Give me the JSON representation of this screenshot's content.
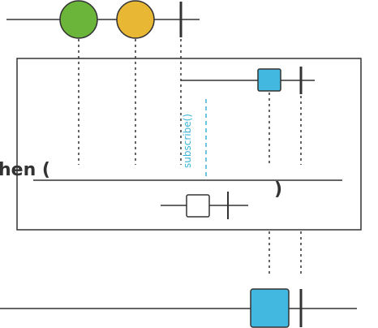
{
  "operator": {
    "prefix": "hen (",
    "suffix": ")"
  },
  "subscribe_label": "subscribe()",
  "colors": {
    "line": "#333333",
    "green": "#6bb53a",
    "yellow": "#e8b835",
    "blue": "#42b8e0",
    "white": "#ffffff",
    "subscribe": "#3bb3d8"
  },
  "shapes": {
    "input_events": [
      "green-circle",
      "yellow-circle",
      "complete-bar"
    ],
    "inner_events": [
      "blue-square",
      "complete-bar"
    ],
    "arg_events": [
      "white-square",
      "complete-bar"
    ],
    "output_events": [
      "blue-square",
      "complete-bar"
    ]
  }
}
